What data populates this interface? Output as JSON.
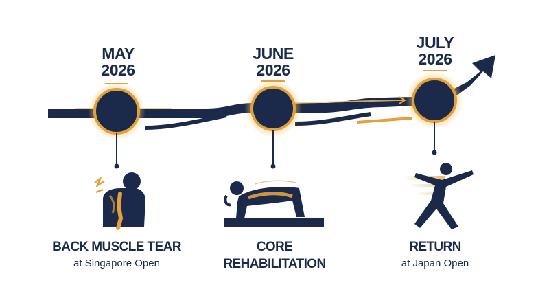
{
  "milestones": [
    {
      "month": "MAY",
      "year": "2026",
      "title": "BACK MUSCLE TEAR",
      "subtitle": "at Singapore Open",
      "icon": "injured-back-icon"
    },
    {
      "month": "JUNE",
      "year": "2026",
      "title": "CORE",
      "title2": "REHABILITATION",
      "icon": "plank-exercise-icon"
    },
    {
      "month": "JULY",
      "year": "2026",
      "title": "RETURN",
      "subtitle": "at Japan Open",
      "icon": "athlete-running-icon"
    }
  ],
  "colors": {
    "navy": "#1b2a4a",
    "gold": "#e3a13b",
    "glow": "#f3c46b"
  }
}
